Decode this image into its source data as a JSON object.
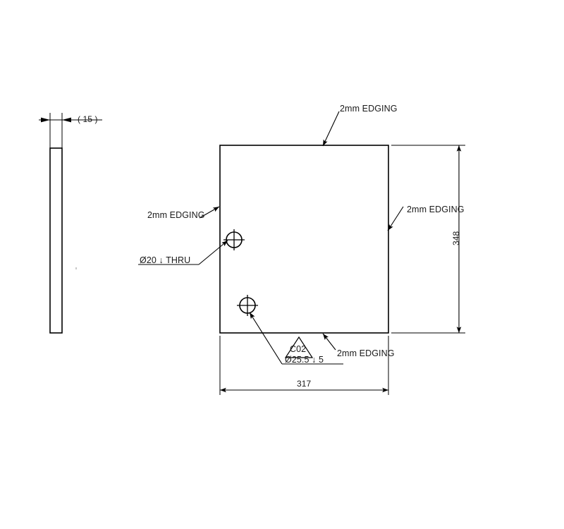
{
  "drawing": {
    "title": "Panel part drawing",
    "views": {
      "side_view": {
        "name": "side-edge-view",
        "thickness_label": "( 15 )"
      },
      "front_view": {
        "name": "front-face-view",
        "width_label": "317",
        "height_label": "348"
      }
    },
    "notes": [
      {
        "id": "edging-top",
        "label": "2mm EDGING"
      },
      {
        "id": "edging-left",
        "label": "2mm EDGING"
      },
      {
        "id": "edging-right",
        "label": "2mm EDGING"
      },
      {
        "id": "edging-bottom",
        "label": "2mm EDGING"
      }
    ],
    "hole_callouts": [
      {
        "id": "hole-upper",
        "label": "Ø20 ↓ THRU",
        "diameter_text": "Ø20",
        "depth_symbol": "depth-symbol",
        "depth_text": "THRU"
      },
      {
        "id": "hole-lower",
        "tag": "C02",
        "label": "Ø25.5 ↓ 5",
        "diameter_text": "Ø25.5",
        "depth_symbol": "depth-symbol",
        "depth_text": "5"
      }
    ],
    "colors": {
      "line": "#000000",
      "text": "#1a1a1a",
      "background": "#ffffff"
    }
  }
}
